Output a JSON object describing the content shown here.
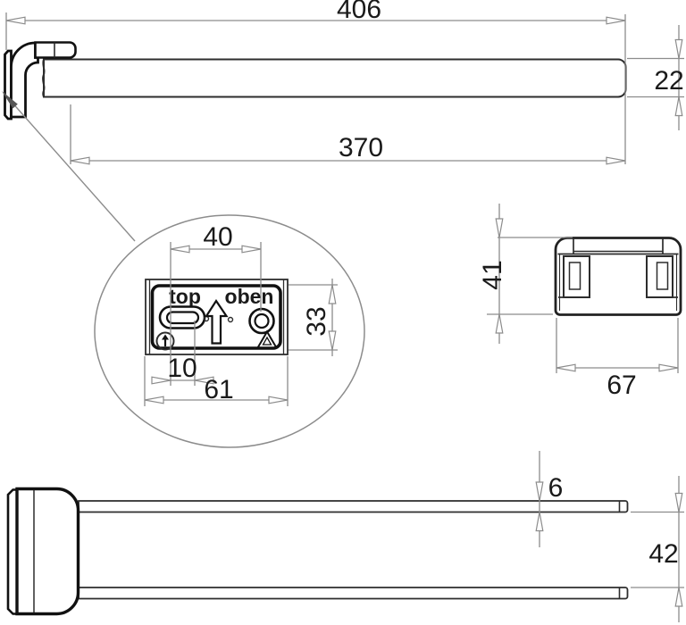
{
  "drawing": {
    "side_view": {
      "overall_length": "406",
      "bar_height": "22",
      "bar_length": "370"
    },
    "detail_view": {
      "label_top": "top",
      "label_oben": "oben",
      "hole_spacing": "40",
      "plate_height": "33",
      "slot_length": "10",
      "plate_width": "61"
    },
    "front_view": {
      "bracket_height": "41",
      "bracket_width": "67"
    },
    "plan_view": {
      "bar_thickness": "6",
      "bar_gap": "42"
    },
    "colors": {
      "object_line": "#2d2d2d",
      "bold_line": "#111111",
      "dimension_line": "#8c8c8c",
      "text": "#1a1a1a",
      "background": "#ffffff"
    }
  }
}
